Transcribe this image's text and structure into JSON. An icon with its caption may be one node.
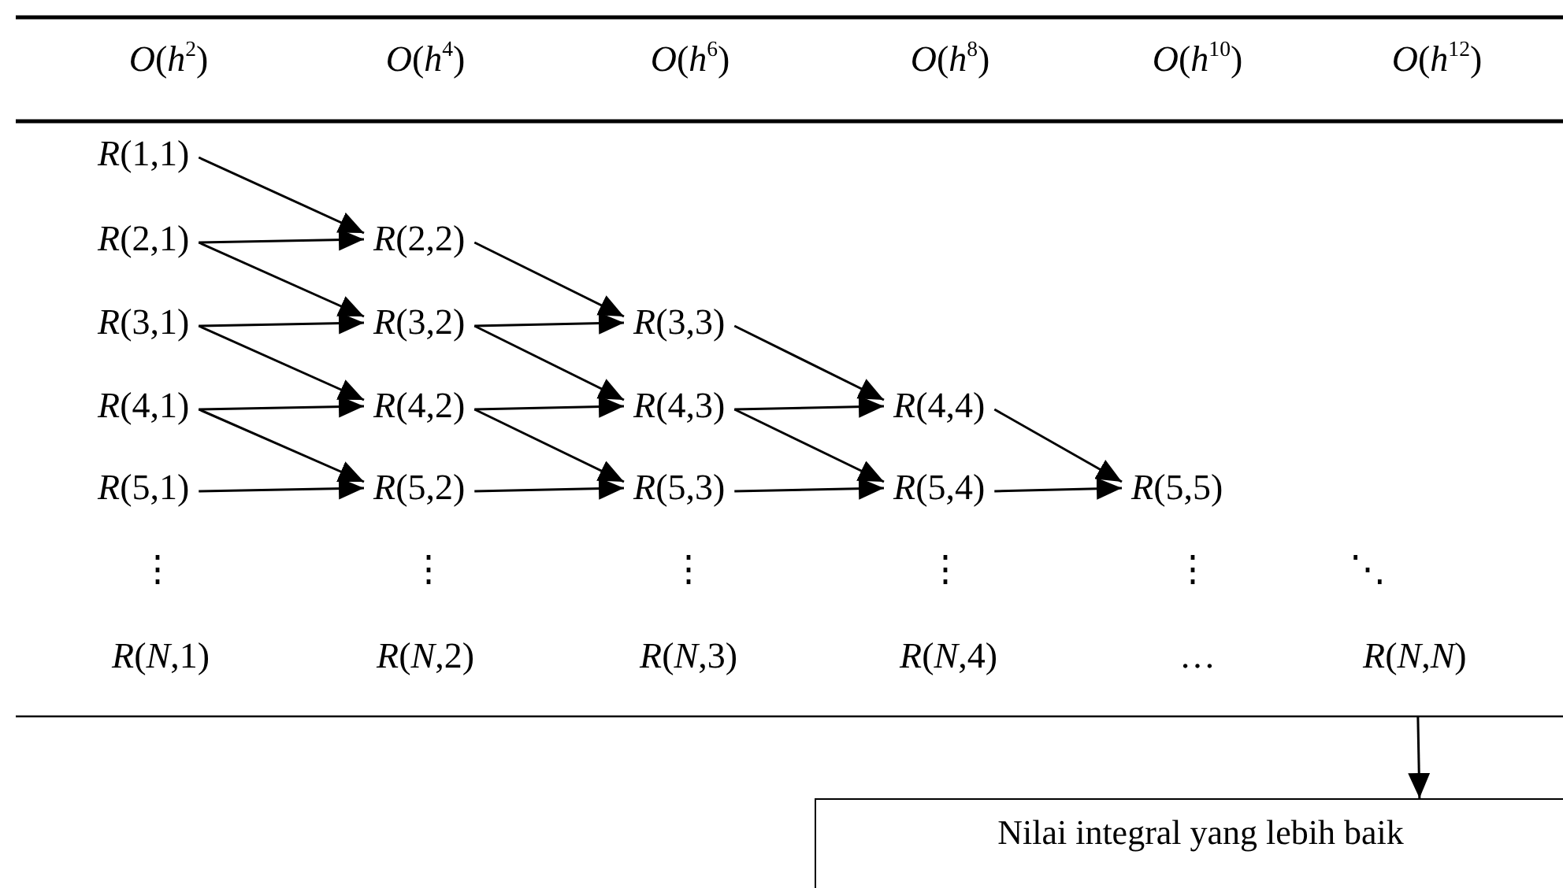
{
  "diagram": {
    "nodes": [
      {
        "text": [
          "*R*(1,1)"
        ]
      },
      {
        "text": [
          "*R*(2,1)"
        ]
      },
      {
        "text": [
          "*R*(2,2)"
        ]
      },
      {
        "text": [
          "*R*(3,1)"
        ]
      },
      {
        "text": [
          "*R*(3,2)"
        ]
      },
      {
        "text": [
          "*R*(3,3)"
        ]
      },
      {
        "text": [
          "*R*(4,1)"
        ]
      },
      {
        "text": [
          "*R*(4,2)"
        ]
      },
      {
        "text": [
          "*R*(4,3)"
        ]
      },
      {
        "text": [
          "*R*(4,4)"
        ]
      },
      {
        "text": [
          "*R*(5,1)"
        ]
      },
      {
        "text": [
          "*R*(5,2)"
        ]
      },
      {
        "text": [
          "*R*(5,3)"
        ]
      },
      {
        "text": [
          "*R*(5,4)"
        ]
      },
      {
        "text": [
          "*R*(5,5)"
        ]
      },
      {
        "text": [
          "*R*(*N*,*N*)"
        ]
      },
      {
        "text": [
          "Nilai integral yang lebih baik"
        ]
      }
    ],
    "edges": [
      {
        "from": 0,
        "to": 2,
        "arrow": "to"
      },
      {
        "from": 1,
        "to": 2,
        "arrow": "to"
      },
      {
        "from": 1,
        "to": 4,
        "arrow": "to"
      },
      {
        "from": 2,
        "to": 5,
        "arrow": "to"
      },
      {
        "from": 3,
        "to": 4,
        "arrow": "to"
      },
      {
        "from": 3,
        "to": 7,
        "arrow": "to"
      },
      {
        "from": 4,
        "to": 5,
        "arrow": "to"
      },
      {
        "from": 4,
        "to": 8,
        "arrow": "to"
      },
      {
        "from": 5,
        "to": 9,
        "arrow": "to"
      },
      {
        "from": 6,
        "to": 7,
        "arrow": "to"
      },
      {
        "from": 6,
        "to": 11,
        "arrow": "to"
      },
      {
        "from": 7,
        "to": 8,
        "arrow": "to"
      },
      {
        "from": 7,
        "to": 12,
        "arrow": "to"
      },
      {
        "from": 8,
        "to": 9,
        "arrow": "to"
      },
      {
        "from": 8,
        "to": 13,
        "arrow": "to"
      },
      {
        "from": 9,
        "to": 14,
        "arrow": "to"
      },
      {
        "from": 10,
        "to": 11,
        "arrow": "to"
      },
      {
        "from": 11,
        "to": 12,
        "arrow": "to"
      },
      {
        "from": 12,
        "to": 13,
        "arrow": "to"
      },
      {
        "from": 13,
        "to": 14,
        "arrow": "to"
      },
      {
        "from": 15,
        "to": 16,
        "arrow": "to"
      }
    ],
    "labels": [
      "*O*(*h*$^{2}$)",
      "*O*(*h*$^{4}$)",
      "*O*(*h*$^{6}$)",
      "*O*(*h*$^{8}$)",
      "*O*(*h*$^{10}$)",
      "*O*(*h*$^{12}$)",
      "⋮",
      "⋮",
      "⋮",
      "⋮",
      "⋮",
      "⋱",
      "*R*(*N*,1)",
      "*R*(*N*,2)",
      "*R*(*N*,3)",
      "*R*(*N*,4)",
      "…"
    ]
  }
}
